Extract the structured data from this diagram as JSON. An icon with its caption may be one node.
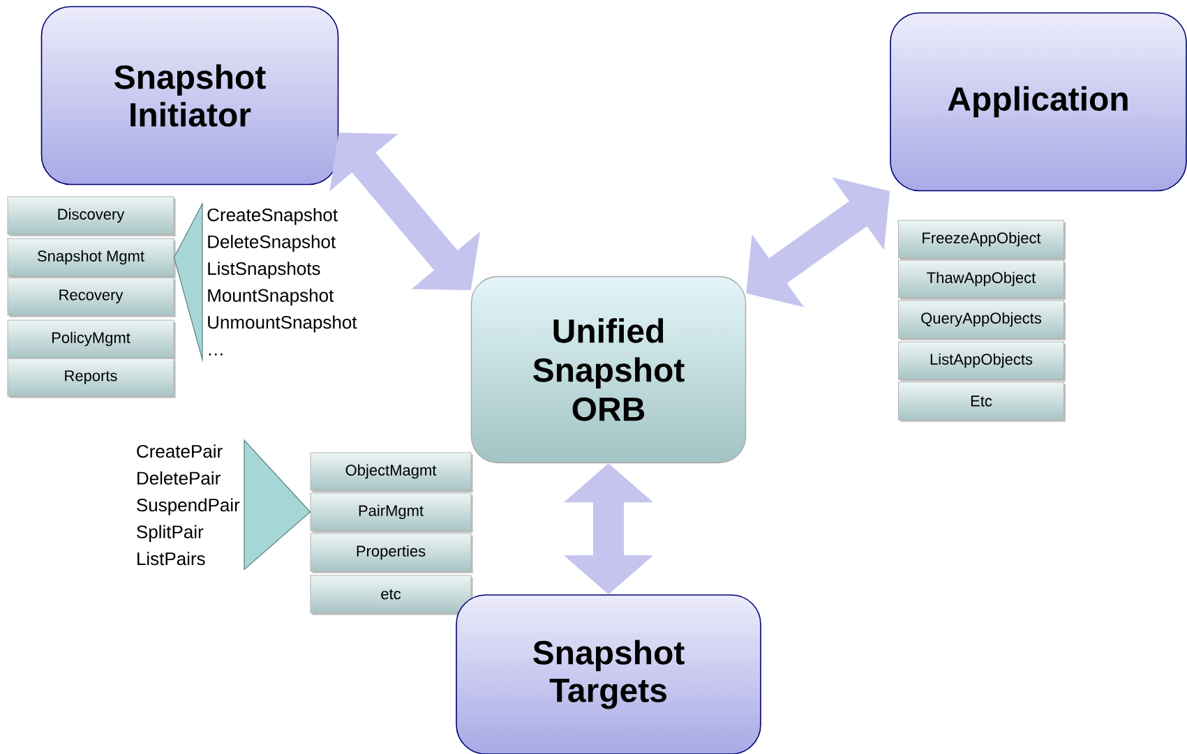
{
  "diagram": {
    "nodes": [
      {
        "text": [
          "Snapshot Initiator"
        ]
      },
      {
        "text": [
          "Discovery"
        ]
      },
      {
        "text": [
          "Snapshot Mgmt"
        ]
      },
      {
        "text": [
          "Recovery"
        ]
      },
      {
        "text": [
          "PolicyMgmt"
        ]
      },
      {
        "text": [
          "Reports"
        ]
      },
      {
        "text": [
          "CreateSnapshot",
          "DeleteSnapshot",
          "ListSnapshots",
          "MountSnapshot",
          "UnmountSnapshot",
          "…"
        ]
      },
      {
        "text": [
          "Application"
        ]
      },
      {
        "text": [
          "FreezeAppObject"
        ]
      },
      {
        "text": [
          "ThawAppObject"
        ]
      },
      {
        "text": [
          "QueryAppObjects"
        ]
      },
      {
        "text": [
          "ListAppObjects"
        ]
      },
      {
        "text": [
          "Etc"
        ]
      },
      {
        "text": [
          "Unified Snapshot ORB"
        ]
      },
      {
        "text": [
          "CreatePair",
          "DeletePair",
          "SuspendPair",
          "SplitPair",
          "ListPairs"
        ]
      },
      {
        "text": [
          "ObjectMagmt"
        ]
      },
      {
        "text": [
          "PairMgmt"
        ]
      },
      {
        "text": [
          "Properties"
        ]
      },
      {
        "text": [
          "etc"
        ]
      },
      {
        "text": [
          "Snapshot Targets"
        ]
      }
    ],
    "edges": [
      {
        "from": 0,
        "to": 13,
        "arrow": "both"
      },
      {
        "from": 7,
        "to": 13,
        "arrow": "both"
      },
      {
        "from": 13,
        "to": 19,
        "arrow": "both"
      },
      {
        "from": 2,
        "to": 6,
        "arrow": "none"
      },
      {
        "from": 16,
        "to": 14,
        "arrow": "none"
      }
    ]
  }
}
